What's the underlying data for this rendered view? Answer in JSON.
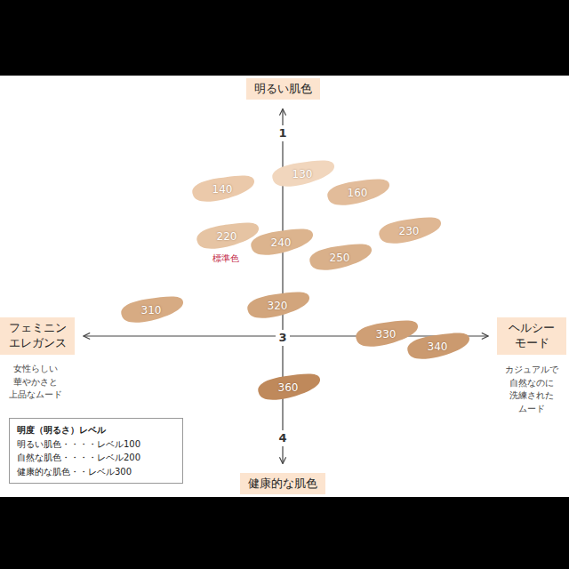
{
  "diagram": {
    "nodes": [
      {
        "text": [
          "明るい肌色"
        ]
      },
      {
        "text": [
          "130"
        ]
      },
      {
        "text": [
          "140"
        ]
      },
      {
        "text": [
          "160"
        ]
      },
      {
        "text": [
          "220"
        ]
      },
      {
        "text": [
          "240"
        ]
      },
      {
        "text": [
          "230"
        ]
      },
      {
        "text": [
          "250"
        ]
      },
      {
        "text": [
          "310"
        ]
      },
      {
        "text": [
          "320"
        ]
      },
      {
        "text": [
          "フェミニン エレガンス"
        ]
      },
      {
        "text": [
          "ヘルシー モード"
        ]
      },
      {
        "text": [
          "330"
        ]
      },
      {
        "text": [
          "340"
        ]
      },
      {
        "text": [
          "360"
        ]
      },
      {
        "text": [
          "健康的な肌色"
        ]
      },
      {
        "text": [
          "明度（明るさ）レベル",
          "明るい肌色・・・・レベル100",
          "自然な肌色・・・・レベル200",
          "健康的な肌色・・レベル300"
        ]
      }
    ],
    "edges": [
      {
        "from": 15,
        "to": 0,
        "arrow": "both"
      },
      {
        "from": 10,
        "to": 11,
        "arrow": "both"
      }
    ],
    "labels": [
      "1",
      "標準色",
      "3",
      "女性らしい 華やかさと 上品なムード",
      "カジュアルで 自然なのに 洗練された ムード",
      "4"
    ]
  }
}
